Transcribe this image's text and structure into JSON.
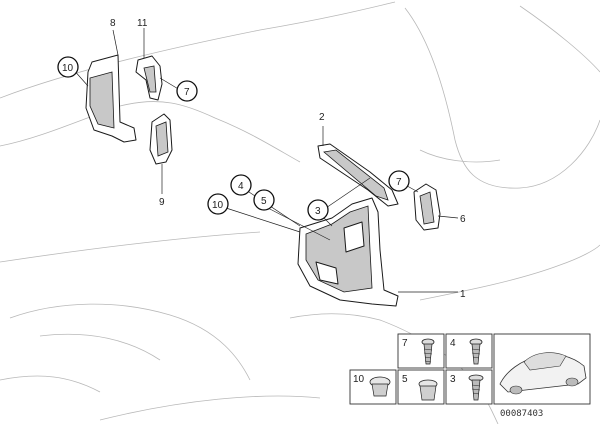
{
  "callouts": {
    "c8": "8",
    "c11": "11",
    "c10a": "10",
    "c7a": "7",
    "c9": "9",
    "c2": "2",
    "c7b": "7",
    "c6": "6",
    "c4": "4",
    "c5": "5",
    "c10b": "10",
    "c3": "3",
    "c1": "1"
  },
  "fasteners": {
    "f7": "7",
    "f4": "4",
    "f10": "10",
    "f5": "5",
    "f3": "3"
  },
  "diagram_id": "00087403"
}
